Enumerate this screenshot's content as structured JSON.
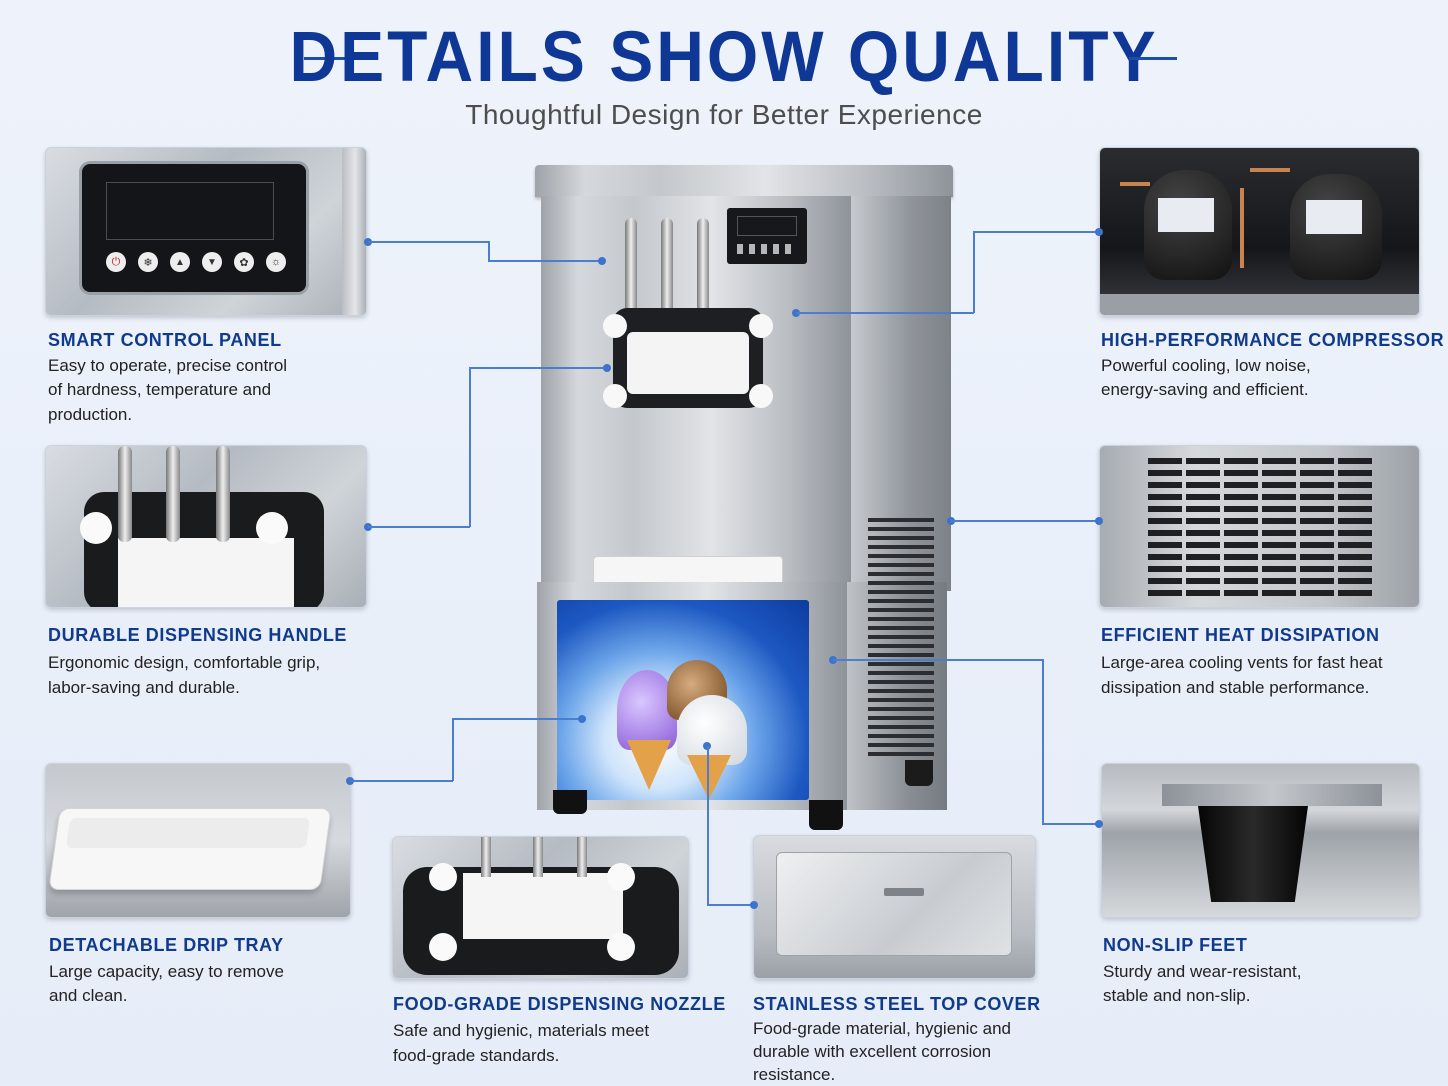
{
  "header": {
    "title": "DETAILS SHOW QUALITY",
    "subtitle": "Thoughtful Design for Better Experience"
  },
  "control_panel_buttons": [
    "⏻",
    "❄",
    "▲",
    "▼",
    "✿",
    "☼"
  ],
  "features": [
    {
      "title": "SMART CONTROL PANEL",
      "lines": [
        "Easy to operate, precise control",
        "of hardness, temperature and",
        "production."
      ]
    },
    {
      "title": "DURABLE DISPENSING HANDLE",
      "lines": [
        "Ergonomic design, comfortable grip,",
        "labor-saving and durable."
      ]
    },
    {
      "title": "DETACHABLE DRIP TRAY",
      "lines": [
        "Large capacity, easy to remove",
        "and clean."
      ]
    },
    {
      "title": "FOOD-GRADE DISPENSING NOZZLE",
      "lines": [
        "Safe and hygienic, materials meet",
        "food-grade standards."
      ]
    },
    {
      "title": "STAINLESS STEEL TOP COVER",
      "lines": [
        "Food-grade material, hygienic and",
        "durable with excellent corrosion",
        "resistance."
      ]
    },
    {
      "title": "HIGH-PERFORMANCE COMPRESSOR",
      "lines": [
        "Powerful cooling, low noise,",
        "energy-saving and efficient."
      ]
    },
    {
      "title": "EFFICIENT HEAT DISSIPATION",
      "lines": [
        "Large-area cooling vents for fast heat",
        "dissipation and stable performance."
      ]
    },
    {
      "title": "NON-SLIP FEET",
      "lines": [
        "Sturdy and wear-resistant,",
        "stable and non-slip."
      ]
    }
  ],
  "colors": {
    "title": "#0f3896",
    "feature_title": "#103a8c",
    "connector": "#4a7fd0",
    "background": "#eef3fb"
  }
}
